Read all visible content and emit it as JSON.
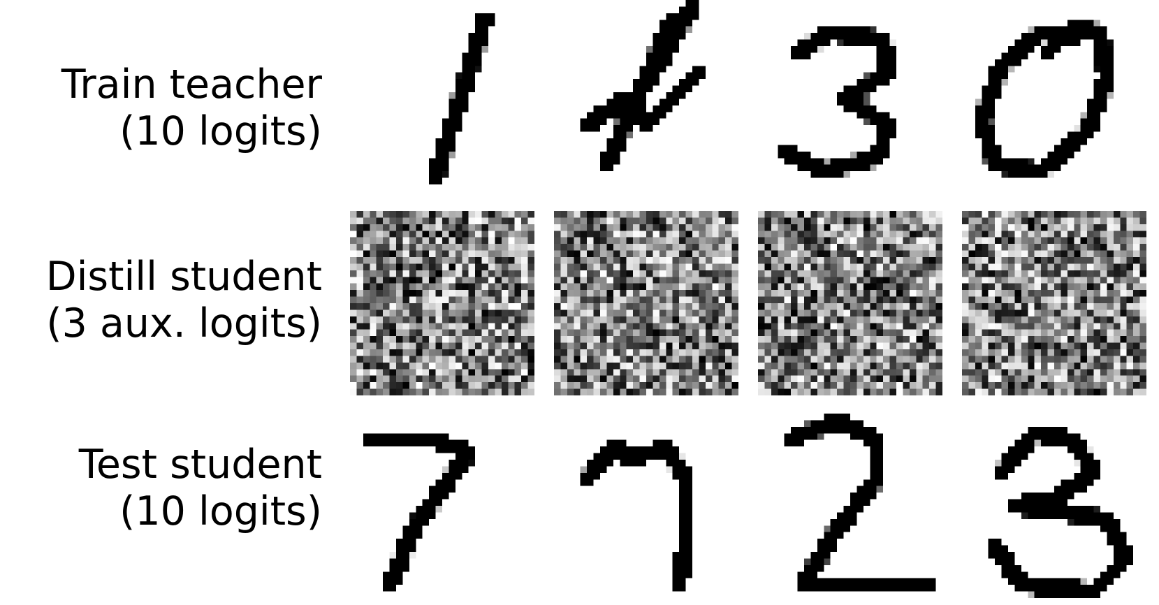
{
  "rows": [
    {
      "label_line1": "Train teacher",
      "label_line2": "(10 logits)",
      "kind": "digits",
      "digits": [
        "1",
        "4",
        "3",
        "0"
      ]
    },
    {
      "label_line1": "Distill student",
      "label_line2": "(3 aux. logits)",
      "kind": "noise",
      "digits": []
    },
    {
      "label_line1": "Test student",
      "label_line2": "(10 logits)",
      "kind": "digits",
      "digits": [
        "7",
        "7",
        "2",
        "3"
      ]
    }
  ]
}
